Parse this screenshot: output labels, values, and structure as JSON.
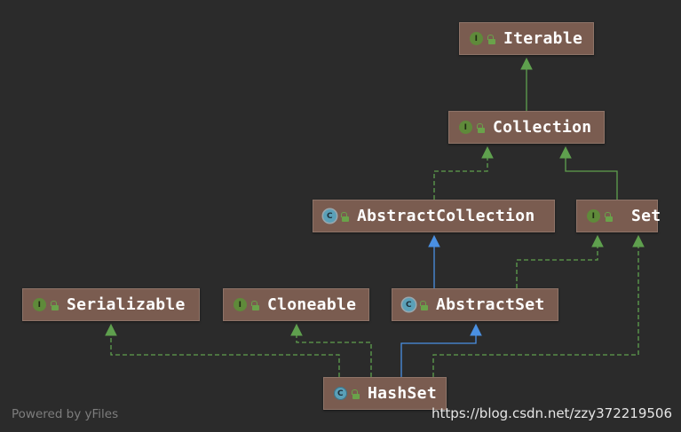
{
  "colors": {
    "background": "#2b2b2b",
    "node_fill": "#7a5c50",
    "inheritance_edge": "#5fa04e",
    "class_extends_edge": "#4a90e2",
    "interface_badge": "#5f8a3a",
    "class_badge": "#5aa0b8"
  },
  "nodes": {
    "iterable": {
      "label": "Iterable",
      "badge": "I",
      "kind": "interface"
    },
    "collection": {
      "label": "Collection",
      "badge": "I",
      "kind": "interface"
    },
    "abstract_collection": {
      "label": "AbstractCollection",
      "badge": "C",
      "kind": "abstract-class"
    },
    "set": {
      "label": "Set",
      "badge": "I",
      "kind": "interface"
    },
    "serializable": {
      "label": "Serializable",
      "badge": "I",
      "kind": "interface"
    },
    "cloneable": {
      "label": "Cloneable",
      "badge": "I",
      "kind": "interface"
    },
    "abstract_set": {
      "label": "AbstractSet",
      "badge": "C",
      "kind": "abstract-class"
    },
    "hashset": {
      "label": "HashSet",
      "badge": "C",
      "kind": "class"
    }
  },
  "edges": [
    {
      "from": "collection",
      "to": "iterable",
      "style": "solid",
      "color": "green"
    },
    {
      "from": "set",
      "to": "collection",
      "style": "solid",
      "color": "green"
    },
    {
      "from": "abstract_collection",
      "to": "collection",
      "style": "dashed",
      "color": "green"
    },
    {
      "from": "abstract_set",
      "to": "abstract_collection",
      "style": "solid",
      "color": "blue"
    },
    {
      "from": "abstract_set",
      "to": "set",
      "style": "dashed",
      "color": "green"
    },
    {
      "from": "hashset",
      "to": "abstract_set",
      "style": "solid",
      "color": "blue"
    },
    {
      "from": "hashset",
      "to": "set",
      "style": "dashed",
      "color": "green"
    },
    {
      "from": "hashset",
      "to": "serializable",
      "style": "dashed",
      "color": "green"
    },
    {
      "from": "hashset",
      "to": "cloneable",
      "style": "dashed",
      "color": "green"
    }
  ],
  "footer": {
    "powered_by": "Powered by yFiles",
    "watermark": "https://blog.csdn.net/zzy372219506"
  }
}
